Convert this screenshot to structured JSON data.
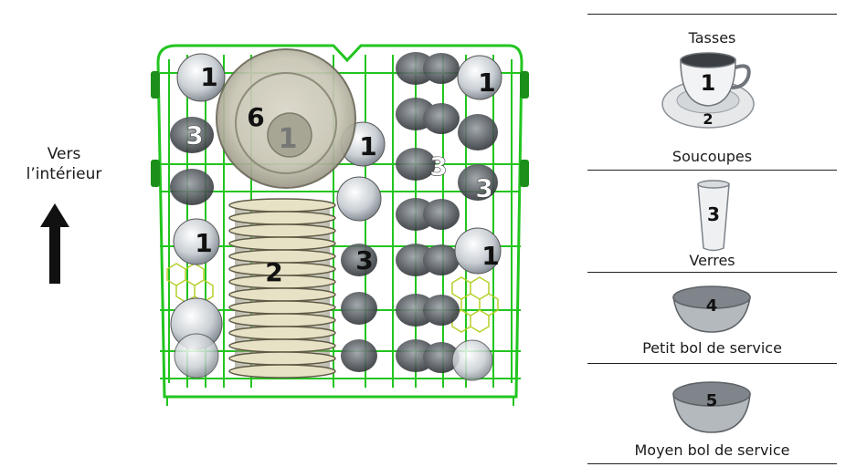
{
  "direction": {
    "line1": "Vers",
    "line2": "l’intérieur",
    "arrow_icon": "arrow-up-icon"
  },
  "rack": {
    "wire_color": "#22c51f",
    "item_numbers": {
      "large_plate": "6",
      "cup": "1",
      "plates": "2",
      "glass": "3"
    }
  },
  "legend": {
    "items": [
      {
        "key": "cups",
        "title": "Tasses",
        "number": "1",
        "subnumber": "2",
        "caption": "Soucoupes",
        "icon": "cup-saucer-icon"
      },
      {
        "key": "glasses",
        "number": "3",
        "caption": "Verres",
        "icon": "glass-icon"
      },
      {
        "key": "small-bowl",
        "number": "4",
        "caption": "Petit bol de service",
        "icon": "small-bowl-icon"
      },
      {
        "key": "medium-bowl",
        "number": "5",
        "caption": "Moyen bol de service",
        "icon": "medium-bowl-icon"
      }
    ]
  }
}
